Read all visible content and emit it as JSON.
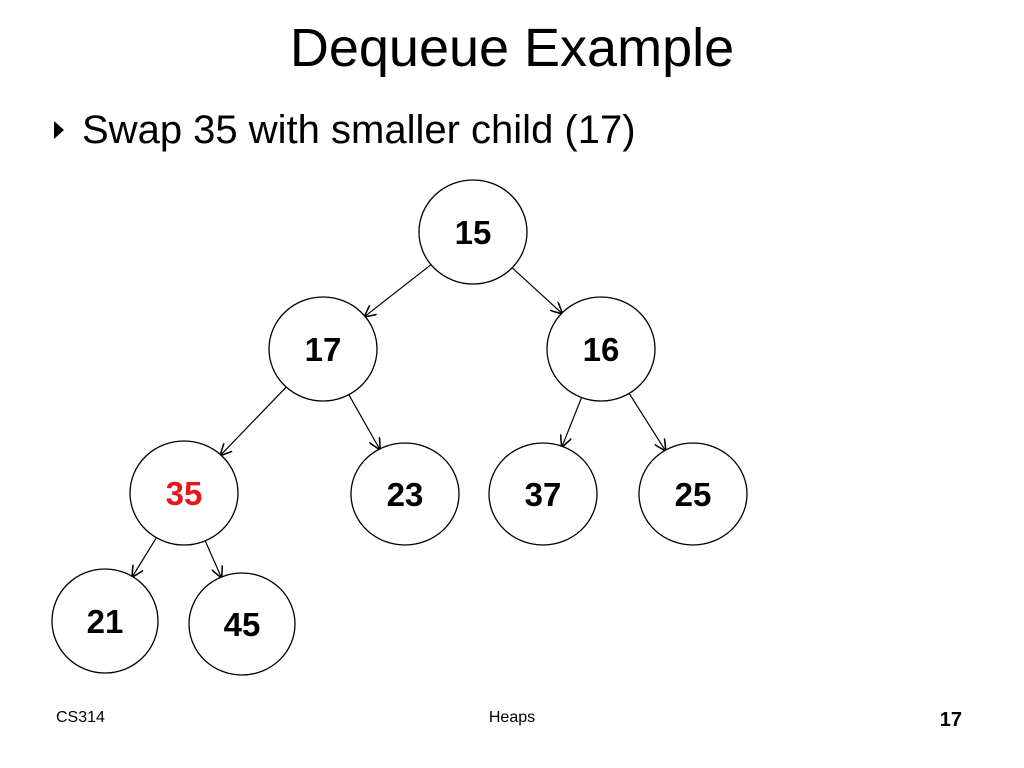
{
  "slide": {
    "title": "Dequeue Example",
    "bullet": "Swap 35 with smaller child (17)"
  },
  "diagram": {
    "nodes": [
      {
        "id": "n15",
        "label": "15",
        "highlight": false
      },
      {
        "id": "n17",
        "label": "17",
        "highlight": false
      },
      {
        "id": "n16",
        "label": "16",
        "highlight": false
      },
      {
        "id": "n35",
        "label": "35",
        "highlight": true
      },
      {
        "id": "n23",
        "label": "23",
        "highlight": false
      },
      {
        "id": "n37",
        "label": "37",
        "highlight": false
      },
      {
        "id": "n25",
        "label": "25",
        "highlight": false
      },
      {
        "id": "n21",
        "label": "21",
        "highlight": false
      },
      {
        "id": "n45",
        "label": "45",
        "highlight": false
      }
    ],
    "edges": [
      {
        "from": "n15",
        "to": "n17"
      },
      {
        "from": "n15",
        "to": "n16"
      },
      {
        "from": "n17",
        "to": "n35"
      },
      {
        "from": "n17",
        "to": "n23"
      },
      {
        "from": "n16",
        "to": "n37"
      },
      {
        "from": "n16",
        "to": "n25"
      },
      {
        "from": "n35",
        "to": "n21"
      },
      {
        "from": "n35",
        "to": "n45"
      }
    ],
    "colors": {
      "highlight": "#e8161b",
      "normal": "#000000"
    }
  },
  "footer": {
    "course": "CS314",
    "topic": "Heaps",
    "page_number": "17"
  }
}
